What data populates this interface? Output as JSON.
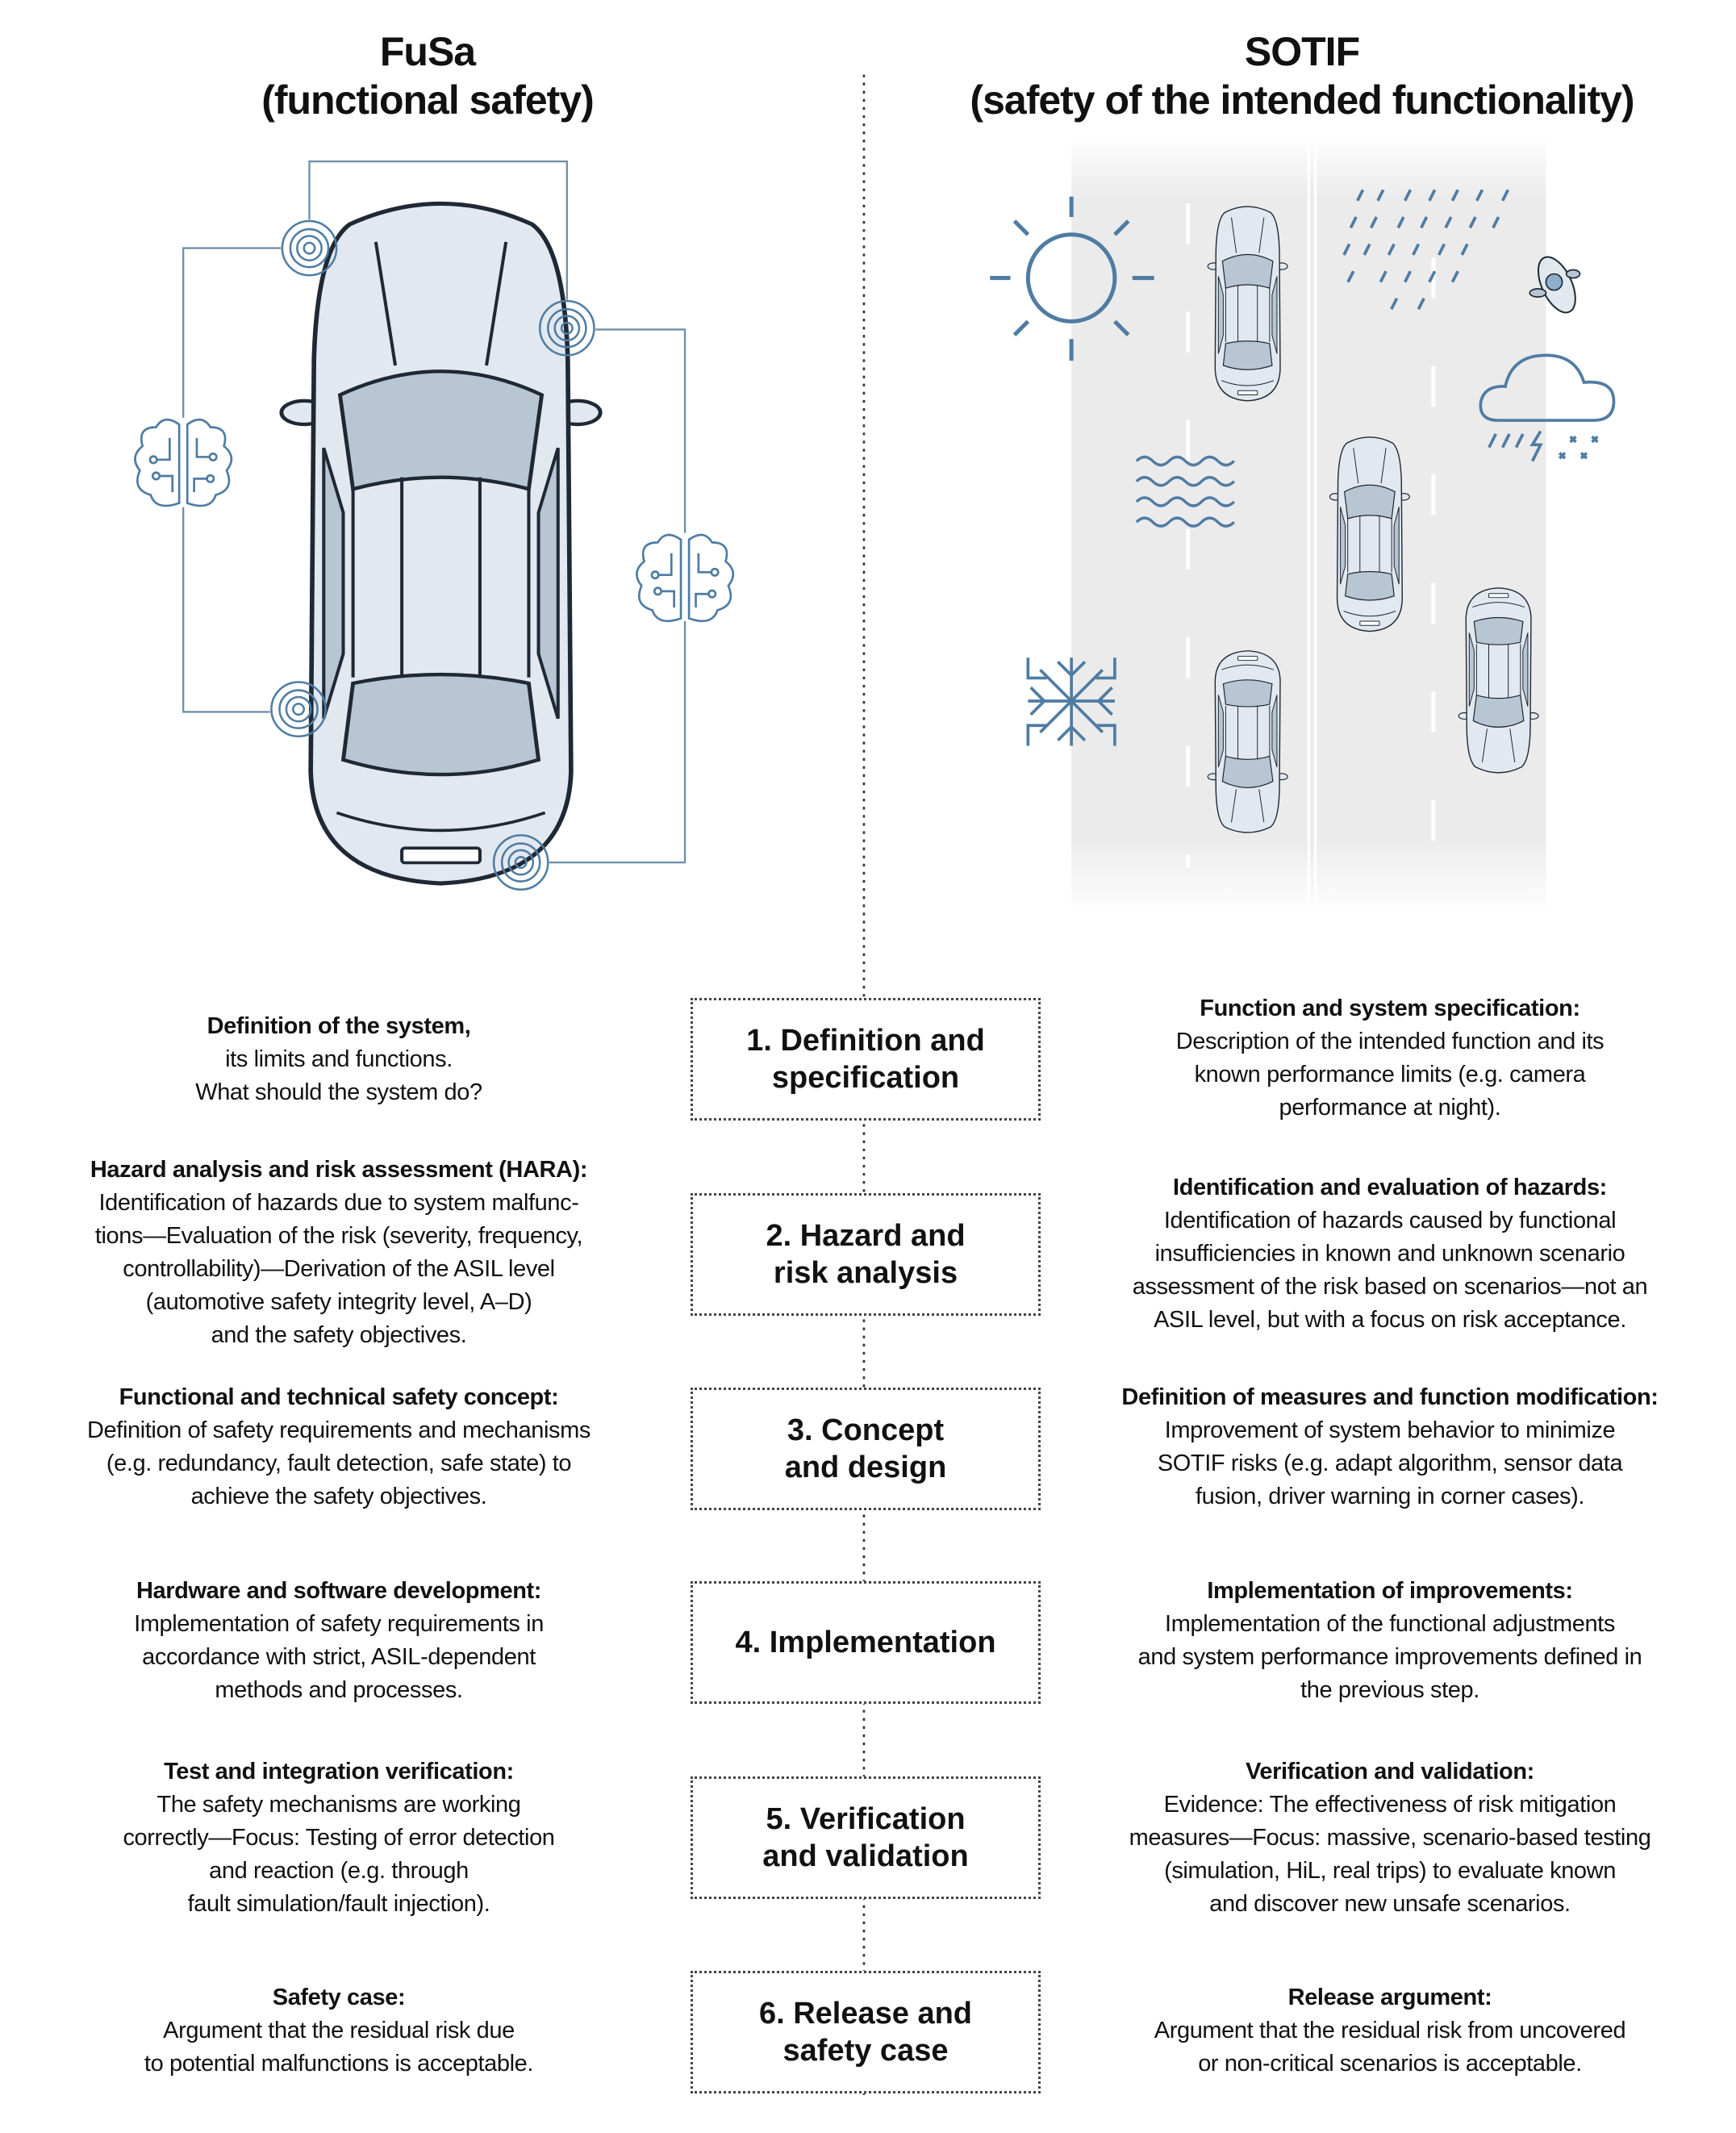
{
  "header": {
    "left_title": [
      "FuSa",
      "(functional safety)"
    ],
    "right_title": [
      "SOTIF",
      "(safety of the intended functionality)"
    ]
  },
  "colors": {
    "icon_blue": "#4f7ca3",
    "car_fill": "#e2e8ef",
    "car_glass": "#b8c5d2",
    "outline": "#1f2935",
    "road": "#ebebeb"
  },
  "icons": [
    "sensor-rings-icon",
    "brain-circuit-icon",
    "sun-icon",
    "rain-icon",
    "pedestrian-icon",
    "cloud-storm-icon",
    "water-waves-icon",
    "snowflake-icon",
    "car-icon"
  ],
  "rows": [
    {
      "step": [
        "1. Definition and",
        "specification"
      ],
      "left": {
        "heading": [
          "Definition of the system,"
        ],
        "lines": [
          "its limits and functions.",
          "What should the system do?"
        ]
      },
      "right": {
        "heading": [
          "Function and system specification:"
        ],
        "lines": [
          "Description of the intended function and its",
          "known performance limits (e.g. camera",
          "performance at night)."
        ]
      }
    },
    {
      "step": [
        "2. Hazard and",
        "risk analysis"
      ],
      "left": {
        "heading": [
          "Hazard analysis and risk assessment (HARA):"
        ],
        "lines": [
          "Identification of hazards due to system malfunc-",
          "tions—Evaluation of the risk (severity, frequency,",
          "controllability)—Derivation of the ASIL level",
          "(automotive safety integrity level, A–D)",
          "and the safety objectives."
        ]
      },
      "right": {
        "heading": [
          "Identification and evaluation of hazards:"
        ],
        "lines": [
          "Identification of hazards caused by functional",
          "insufficiencies in known and unknown scenario",
          "assessment of the risk based on scenarios—not an",
          "ASIL level, but with a focus on risk acceptance."
        ]
      }
    },
    {
      "step": [
        "3. Concept",
        "and design"
      ],
      "left": {
        "heading": [
          "Functional and technical safety concept:"
        ],
        "lines": [
          "Definition of safety requirements and mechanisms",
          "(e.g. redundancy, fault detection, safe state) to",
          "achieve the safety objectives."
        ]
      },
      "right": {
        "heading": [
          "Definition of measures and function modification:"
        ],
        "lines": [
          "Improvement of system behavior to minimize",
          "SOTIF risks (e.g. adapt algorithm, sensor data",
          "fusion, driver warning in corner cases)."
        ]
      }
    },
    {
      "step": [
        "4. Implementation"
      ],
      "left": {
        "heading": [
          "Hardware and software development:"
        ],
        "lines": [
          "Implementation of safety requirements in",
          "accordance with strict, ASIL-dependent",
          "methods and processes."
        ]
      },
      "right": {
        "heading": [
          "Implementation of improvements:"
        ],
        "lines": [
          "Implementation of the functional adjustments",
          "and system performance improvements defined in",
          "the previous step."
        ]
      }
    },
    {
      "step": [
        "5. Verification",
        "and validation"
      ],
      "left": {
        "heading": [
          "Test and integration verification:"
        ],
        "lines": [
          "The safety mechanisms are working",
          "correctly—Focus: Testing of error detection",
          "and reaction (e.g. through",
          "fault simulation/fault injection)."
        ]
      },
      "right": {
        "heading": [
          "Verification and validation:"
        ],
        "lines": [
          "Evidence: The effectiveness of risk mitigation",
          "measures—Focus: massive, scenario-based testing",
          "(simulation, HiL, real trips) to evaluate known",
          "and discover new unsafe scenarios."
        ]
      }
    },
    {
      "step": [
        "6. Release and",
        "safety case"
      ],
      "left": {
        "heading": [
          "Safety case:"
        ],
        "lines": [
          "Argument that the residual risk due",
          "to potential malfunctions is acceptable."
        ]
      },
      "right": {
        "heading": [
          "Release argument:"
        ],
        "lines": [
          "Argument that the residual risk from uncovered",
          "or non-critical scenarios is acceptable."
        ]
      }
    }
  ]
}
